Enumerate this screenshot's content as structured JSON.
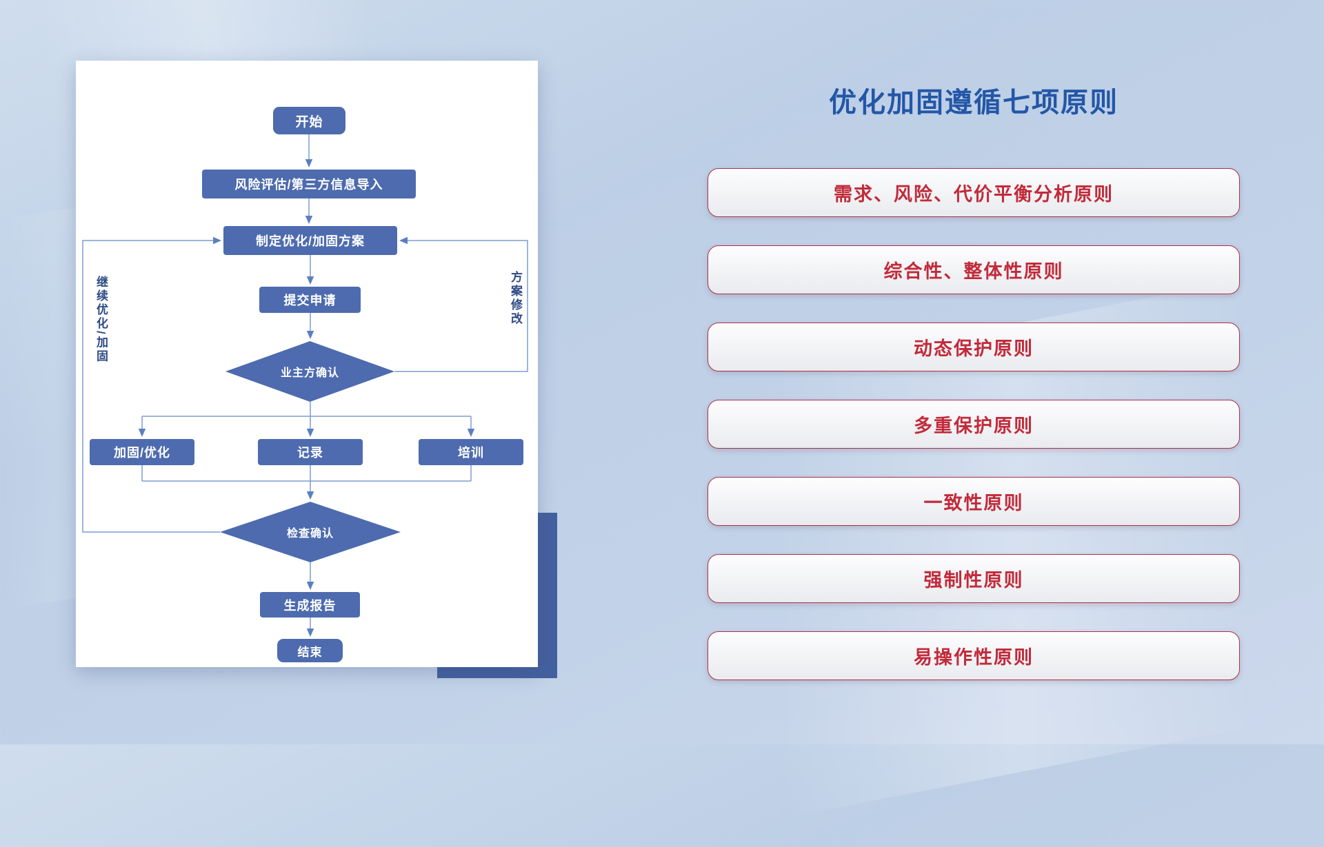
{
  "flowchart": {
    "nodes": {
      "start": "开始",
      "risk_import": "风险评估/第三方信息导入",
      "make_plan": "制定优化/加固方案",
      "submit_request": "提交申请",
      "owner_confirm": "业主方确认",
      "reinforce_optimize": "加固/优化",
      "record": "记录",
      "training": "培训",
      "check_confirm": "检查确认",
      "generate_report": "生成报告",
      "end": "结束"
    },
    "labels": {
      "continue_optimize": "继续优化/加固",
      "plan_revision": "方案修改"
    }
  },
  "panel": {
    "title": "优化加固遵循七项原则",
    "principles": [
      "需求、风险、代价平衡分析原则",
      "综合性、整体性原则",
      "动态保护原则",
      "多重保护原则",
      "一致性原则",
      "强制性原则",
      "易操作性原则"
    ]
  },
  "colors": {
    "node_fill": "#4d6bae",
    "connector_line": "#7d9bd2",
    "accent_rect": "#44619f",
    "title_blue": "#2356a7",
    "principle_text": "#c22a3a",
    "pill_border": "#a93048",
    "background_blue": "#c2d2e8"
  }
}
